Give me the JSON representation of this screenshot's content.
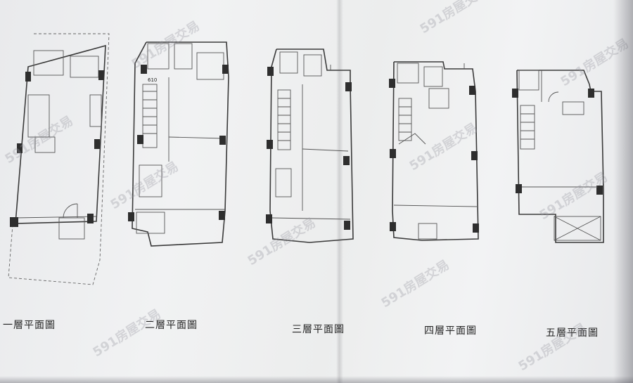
{
  "floor_labels": [
    "一層平面圖",
    "二層平面圖",
    "三層平面圖",
    "四層平面圖",
    "五層平面圖"
  ],
  "stair_note": "610",
  "watermark": "591房屋交易"
}
